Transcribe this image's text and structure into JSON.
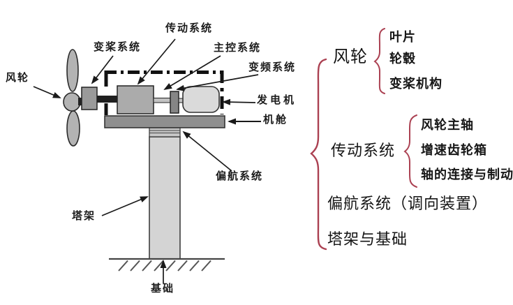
{
  "colors": {
    "brace_accent": "#ab4152",
    "diagram_line": "#1a1a1a",
    "text": "#1c1c1c",
    "background": "#ffffff"
  },
  "diagram": {
    "labels": {
      "rotor": "风轮",
      "pitch_system": "变桨系统",
      "drive_system": "传动系统",
      "main_control_system": "主控系统",
      "converter_system": "变频系统",
      "generator": "发电机",
      "nacelle": "机舱",
      "yaw_system": "偏航系统",
      "tower": "塔架",
      "foundation": "基础"
    }
  },
  "hierarchy": {
    "groups": [
      {
        "label": "风轮",
        "children": [
          "叶片",
          "轮毂",
          "变桨机构"
        ]
      },
      {
        "label": "传动系统",
        "children": [
          "风轮主轴",
          "增速齿轮箱",
          "轴的连接与制动"
        ]
      },
      {
        "label": "偏航系统（调向装置）",
        "children": []
      },
      {
        "label": "塔架与基础",
        "children": []
      }
    ]
  }
}
